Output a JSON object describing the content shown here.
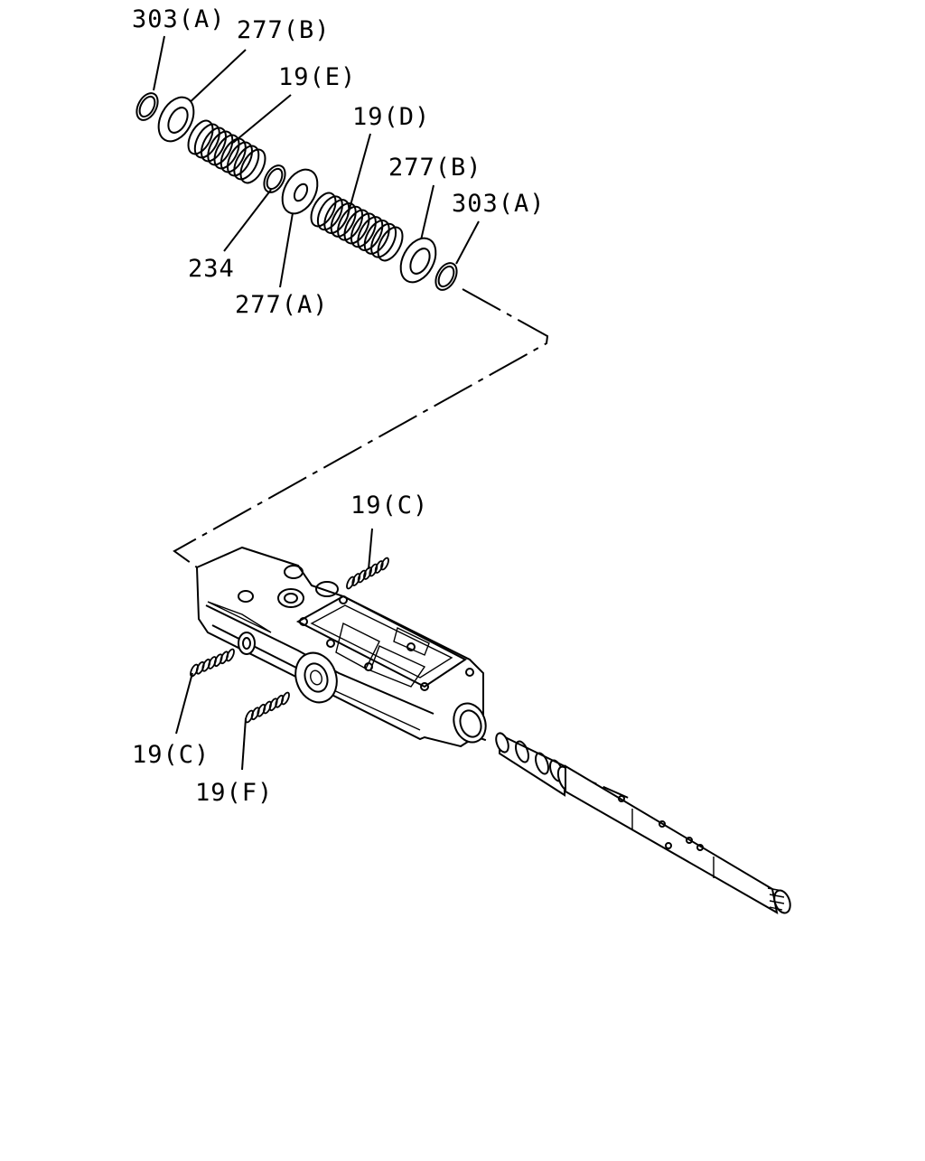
{
  "colors": {
    "ink": "#000000",
    "background": "#ffffff"
  },
  "labels": {
    "snap_ring_top": "303(A)",
    "retainer_top": "277(B)",
    "spring_e": "19(E)",
    "spring_d": "19(D)",
    "retainer_right": "277(B)",
    "snap_ring_right": "303(A)",
    "ring_234": "234",
    "retainer_a": "277(A)",
    "spring_c_top": "19(C)",
    "spring_c_left": "19(C)",
    "spring_f": "19(F)"
  }
}
